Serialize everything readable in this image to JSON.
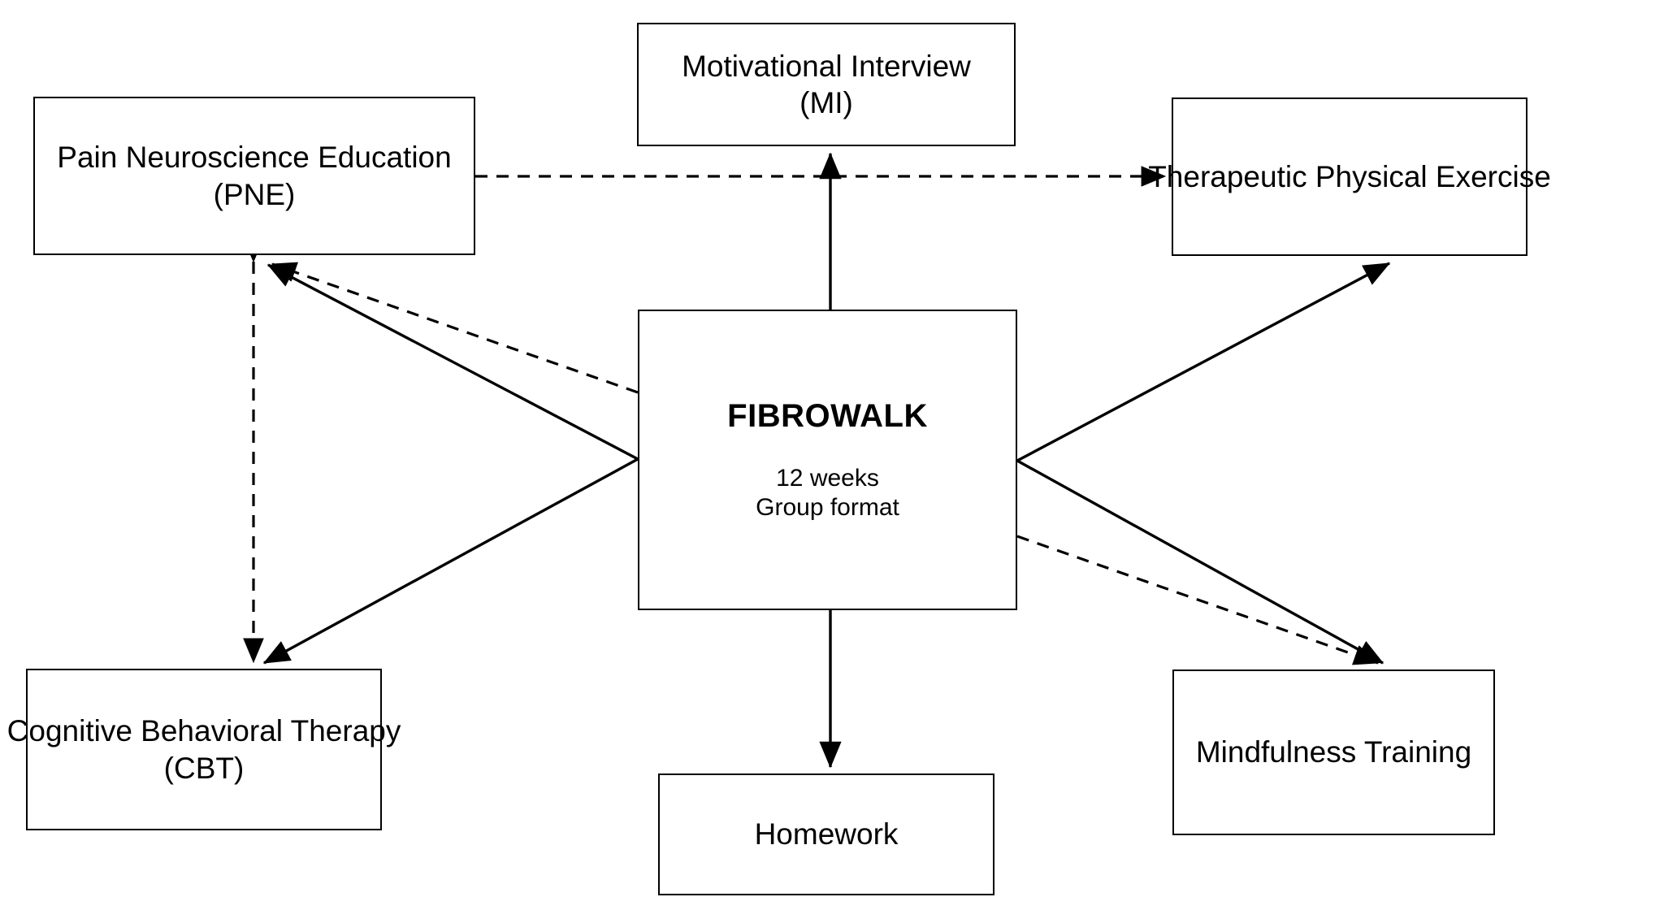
{
  "diagram": {
    "title": "FIBROWALK multicomponent treatment program components",
    "background_color": "#ffffff",
    "line_color": "#000000",
    "nodes": {
      "pne": {
        "line1": "Pain Neuroscience Education",
        "line2": "(PNE)"
      },
      "mi": {
        "line1": "Motivational Interview",
        "line2": "(MI)"
      },
      "tpe": {
        "line1": "Therapeutic Physical Exercise"
      },
      "center": {
        "title": "FIBROWALK",
        "detail1": "12 weeks",
        "detail2": "Group format"
      },
      "cbt": {
        "line1": "Cognitive Behavioral Therapy",
        "line2": "(CBT)"
      },
      "homework": {
        "line1": "Homework"
      },
      "mindfulness": {
        "line1": "Mindfulness Training"
      }
    },
    "edges": [
      {
        "from": "pne",
        "to": "tpe",
        "style": "dashed",
        "arrow": "single"
      },
      {
        "from": "pne",
        "to": "cbt",
        "style": "dashed",
        "arrow": "double"
      },
      {
        "from": "center",
        "to": "mi",
        "style": "solid",
        "arrow": "single"
      },
      {
        "from": "center",
        "to": "pne",
        "style": "solid",
        "arrow": "single"
      },
      {
        "from": "center",
        "to": "pne",
        "style": "dashed",
        "arrow": "single"
      },
      {
        "from": "center",
        "to": "cbt",
        "style": "solid",
        "arrow": "single"
      },
      {
        "from": "center",
        "to": "tpe",
        "style": "solid",
        "arrow": "single"
      },
      {
        "from": "center",
        "to": "mindfulness",
        "style": "solid",
        "arrow": "single"
      },
      {
        "from": "center",
        "to": "mindfulness",
        "style": "dashed",
        "arrow": "single"
      },
      {
        "from": "center",
        "to": "homework",
        "style": "solid",
        "arrow": "single"
      }
    ]
  }
}
